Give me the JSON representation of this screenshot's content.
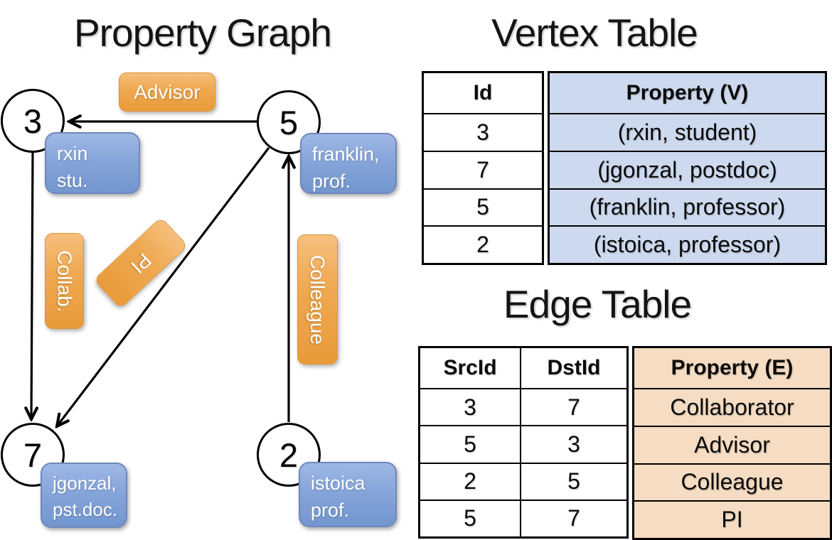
{
  "graph": {
    "title": "Property Graph",
    "nodes": [
      {
        "id": "3",
        "property_line1": "rxin",
        "property_line2": "stu."
      },
      {
        "id": "5",
        "property_line1": "franklin,",
        "property_line2": "prof."
      },
      {
        "id": "7",
        "property_line1": "jgonzal,",
        "property_line2": "pst.doc."
      },
      {
        "id": "2",
        "property_line1": "istoica",
        "property_line2": "prof."
      }
    ],
    "edges": [
      {
        "label": "Advisor",
        "src": "5",
        "dst": "3"
      },
      {
        "label": "Collab.",
        "src": "3",
        "dst": "7"
      },
      {
        "label": "PI",
        "src": "5",
        "dst": "7"
      },
      {
        "label": "Colleague",
        "src": "2",
        "dst": "5"
      }
    ]
  },
  "vertex_table": {
    "title": "Vertex Table",
    "columns": [
      "Id",
      "Property (V)"
    ],
    "rows": [
      [
        "3",
        "(rxin, student)"
      ],
      [
        "7",
        "(jgonzal, postdoc)"
      ],
      [
        "5",
        "(franklin, professor)"
      ],
      [
        "2",
        "(istoica, professor)"
      ]
    ]
  },
  "edge_table": {
    "title": "Edge Table",
    "columns": [
      "SrcId",
      "DstId",
      "Property (E)"
    ],
    "rows": [
      [
        "3",
        "7",
        "Collaborator"
      ],
      [
        "5",
        "3",
        "Advisor"
      ],
      [
        "2",
        "5",
        "Colleague"
      ],
      [
        "5",
        "7",
        "PI"
      ]
    ]
  },
  "colors": {
    "vertex_property_fill": "#cdd9ee",
    "edge_property_fill": "#f5dcc2",
    "vertex_box_blue": "#7f9fd6",
    "edge_label_orange": "#eda64c",
    "table_border": "#000000"
  }
}
